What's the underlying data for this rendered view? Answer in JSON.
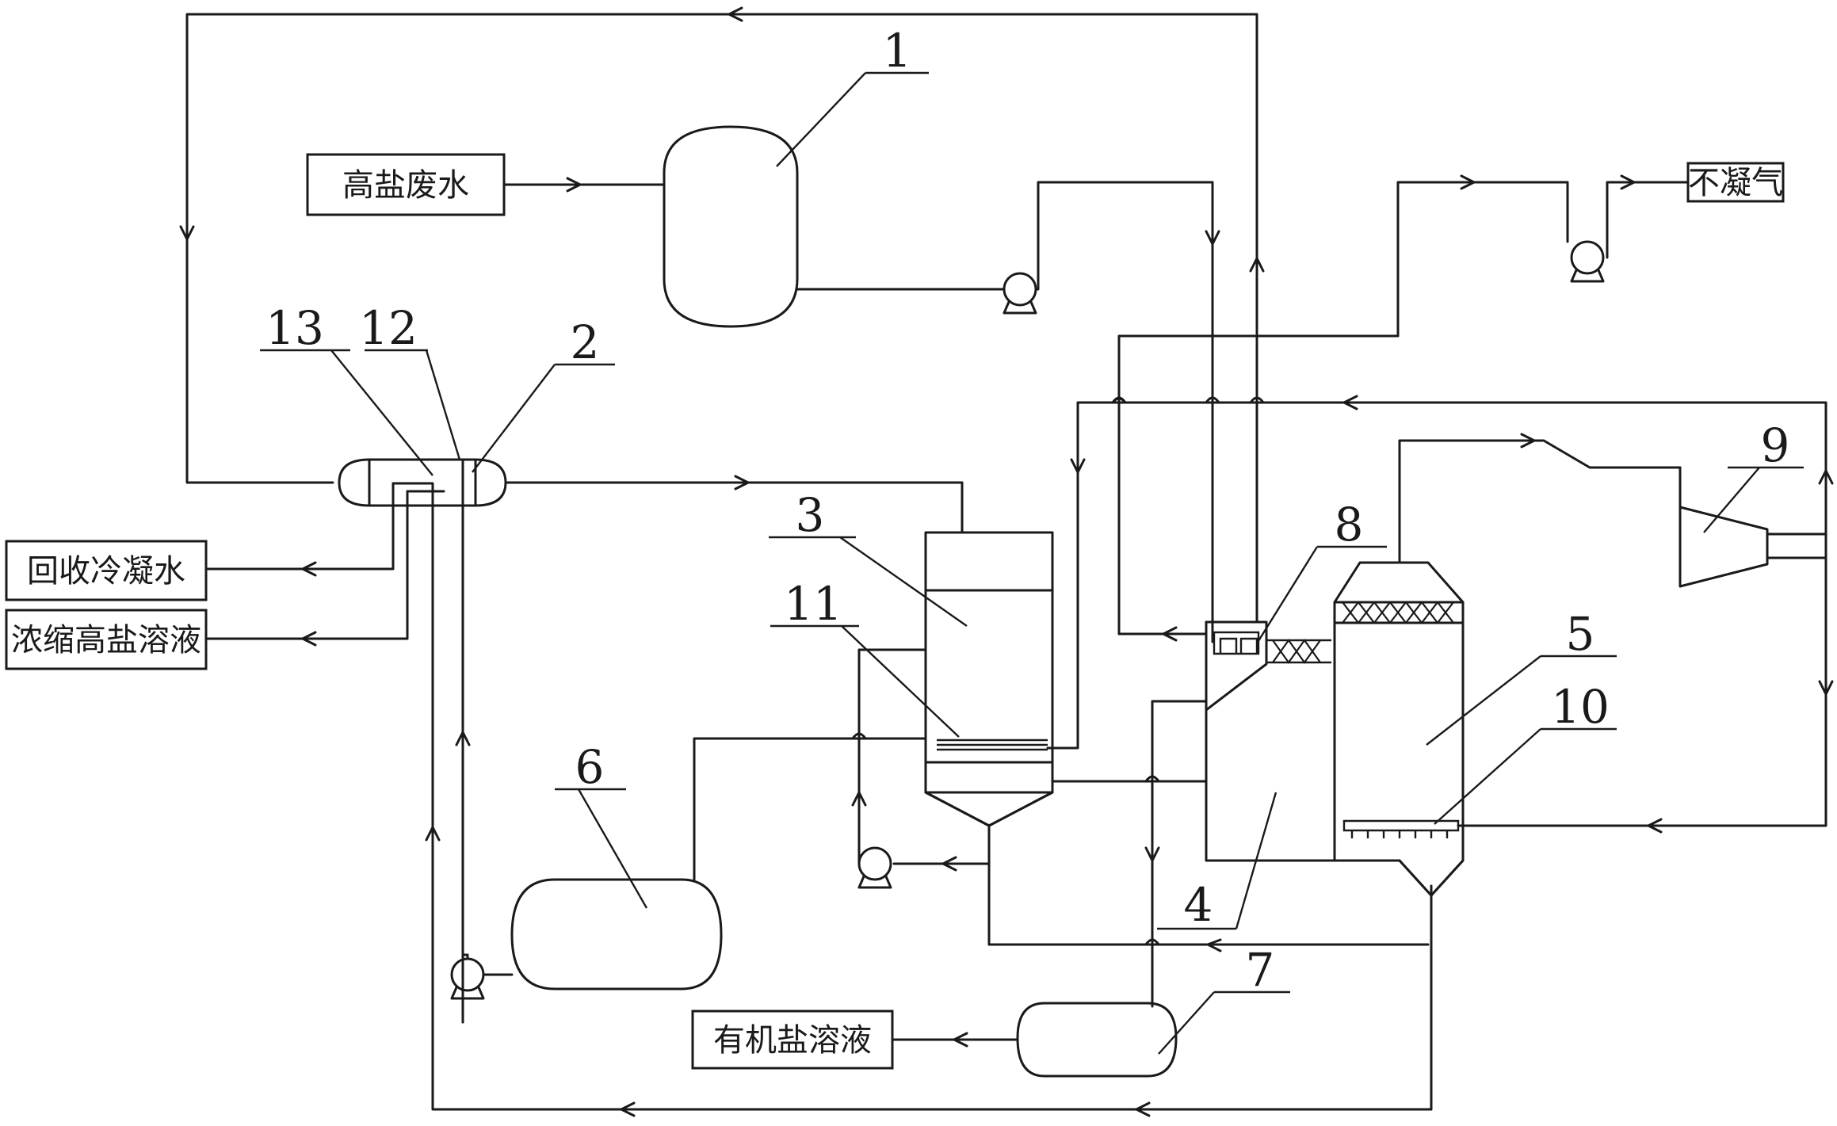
{
  "labels": {
    "high_salt_wastewater": "高盐废水",
    "non_condensable_gas": "不凝气",
    "recovered_condensate": "回收冷凝水",
    "concentrated_brine": "浓缩高盐溶液",
    "organic_salt_solution": "有机盐溶液"
  },
  "numbers": {
    "n1": "1",
    "n2": "2",
    "n3": "3",
    "n4": "4",
    "n5": "5",
    "n6": "6",
    "n7": "7",
    "n8": "8",
    "n9": "9",
    "n10": "10",
    "n11": "11",
    "n12": "12",
    "n13": "13"
  }
}
